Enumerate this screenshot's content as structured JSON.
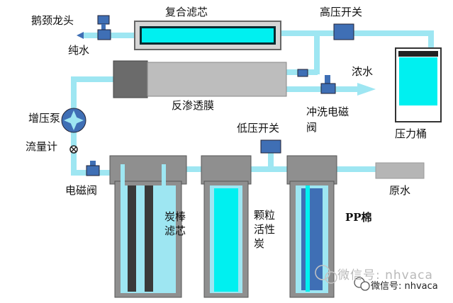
{
  "colors": {
    "pipe": "#9ee6f2",
    "water": "#00f0f0",
    "housing": "#8f8f8f",
    "housing_dark": "#4a4a4a",
    "valve": "#3f6fb5",
    "ro_body": "#bdbdbd",
    "raw_water_pipe": "#b5b5b5"
  },
  "labels": {
    "gooseneck_faucet": "鹅颈龙头",
    "pure_water": "纯水",
    "composite_filter": "复合滤芯",
    "high_pressure_switch": "高压开关",
    "concentrate": "浓水",
    "ro_membrane": "反渗透膜",
    "flush_solenoid": "冲洗电磁阀",
    "pressure_tank": "压力桶",
    "booster_pump": "增压泵",
    "flow_meter": "流量计",
    "low_pressure_switch": "低压开关",
    "solenoid_valve": "电磁阀",
    "raw_water": "原水",
    "carbon_rod_filter": "炭棒滤芯",
    "granular_carbon": "颗粒活性炭",
    "pp_cotton": "PP棉"
  },
  "watermark": {
    "faint": "微信号: nhvaca",
    "dark": "微信号: nhvaca"
  },
  "icons": {
    "pump": "pump-icon",
    "flow_meter": "flow-meter-icon",
    "faucet": "faucet-icon",
    "wechat": "wechat-icon"
  }
}
